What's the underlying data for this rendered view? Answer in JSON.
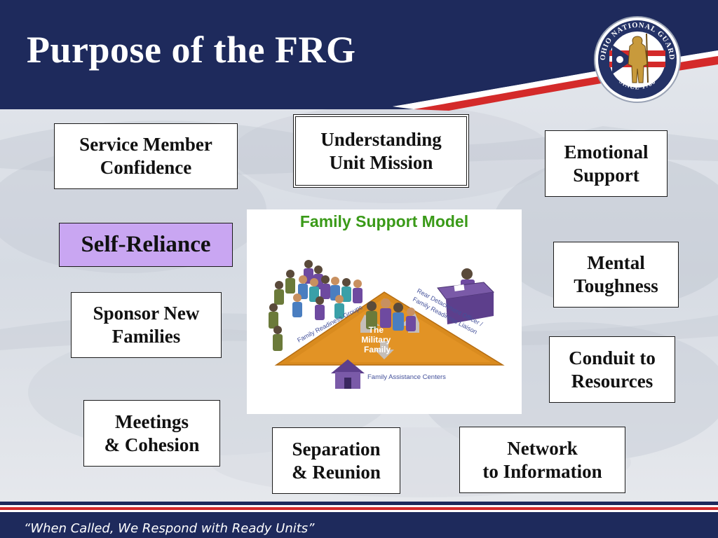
{
  "slide": {
    "title": "Purpose of the FRG",
    "seal": {
      "text_top": "OHIO NATIONAL GUARD",
      "text_bottom": "SINCE 1788"
    },
    "boxes": [
      {
        "id": "service-member-confidence",
        "lines": [
          "Service Member",
          "Confidence"
        ]
      },
      {
        "id": "understanding-unit-mission",
        "lines": [
          "Understanding",
          "Unit Mission"
        ]
      },
      {
        "id": "emotional-support",
        "lines": [
          "Emotional",
          "Support"
        ]
      },
      {
        "id": "self-reliance",
        "lines": [
          "Self-Reliance"
        ]
      },
      {
        "id": "mental-toughness",
        "lines": [
          "Mental",
          "Toughness"
        ]
      },
      {
        "id": "sponsor-new-families",
        "lines": [
          "Sponsor New",
          "Families"
        ]
      },
      {
        "id": "conduit-to-resources",
        "lines": [
          "Conduit to",
          "Resources"
        ]
      },
      {
        "id": "meetings-cohesion",
        "lines": [
          "Meetings",
          "& Cohesion"
        ]
      },
      {
        "id": "separation-reunion",
        "lines": [
          "Separation",
          "& Reunion"
        ]
      },
      {
        "id": "network-to-information",
        "lines": [
          "Network",
          "to Information"
        ]
      }
    ],
    "model": {
      "title": "Family Support Model",
      "center_label": [
        "The",
        "Military",
        "Family"
      ],
      "left_label": "Family Readiness Groups",
      "right_label_1": "Rear Detachment Officer /",
      "right_label_2": "Family Readiness Liaison",
      "bottom_label": "Family Assistance Centers"
    },
    "footer": {
      "motto": "“When Called, We Respond with Ready Units”"
    },
    "colors": {
      "navy": "#1e2a5c",
      "red": "#d42a2a",
      "purple_box": "#c9a6f2",
      "model_title_green": "#3a9a18",
      "pyramid_orange": "#d98b1f"
    }
  }
}
